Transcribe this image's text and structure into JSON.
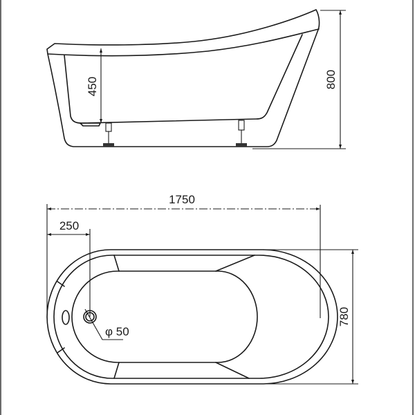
{
  "drawing": {
    "subject": "freestanding slipper bathtub",
    "views": [
      "side-elevation",
      "plan"
    ],
    "line_color": "#1a1a1a",
    "background": "#ffffff"
  },
  "side_view": {
    "dimensions": {
      "inner_depth": "450",
      "total_height": "800"
    }
  },
  "plan_view": {
    "dimensions": {
      "overall_length": "1750",
      "drain_offset": "250",
      "overall_width": "780",
      "drain_diameter": "φ 50"
    }
  }
}
